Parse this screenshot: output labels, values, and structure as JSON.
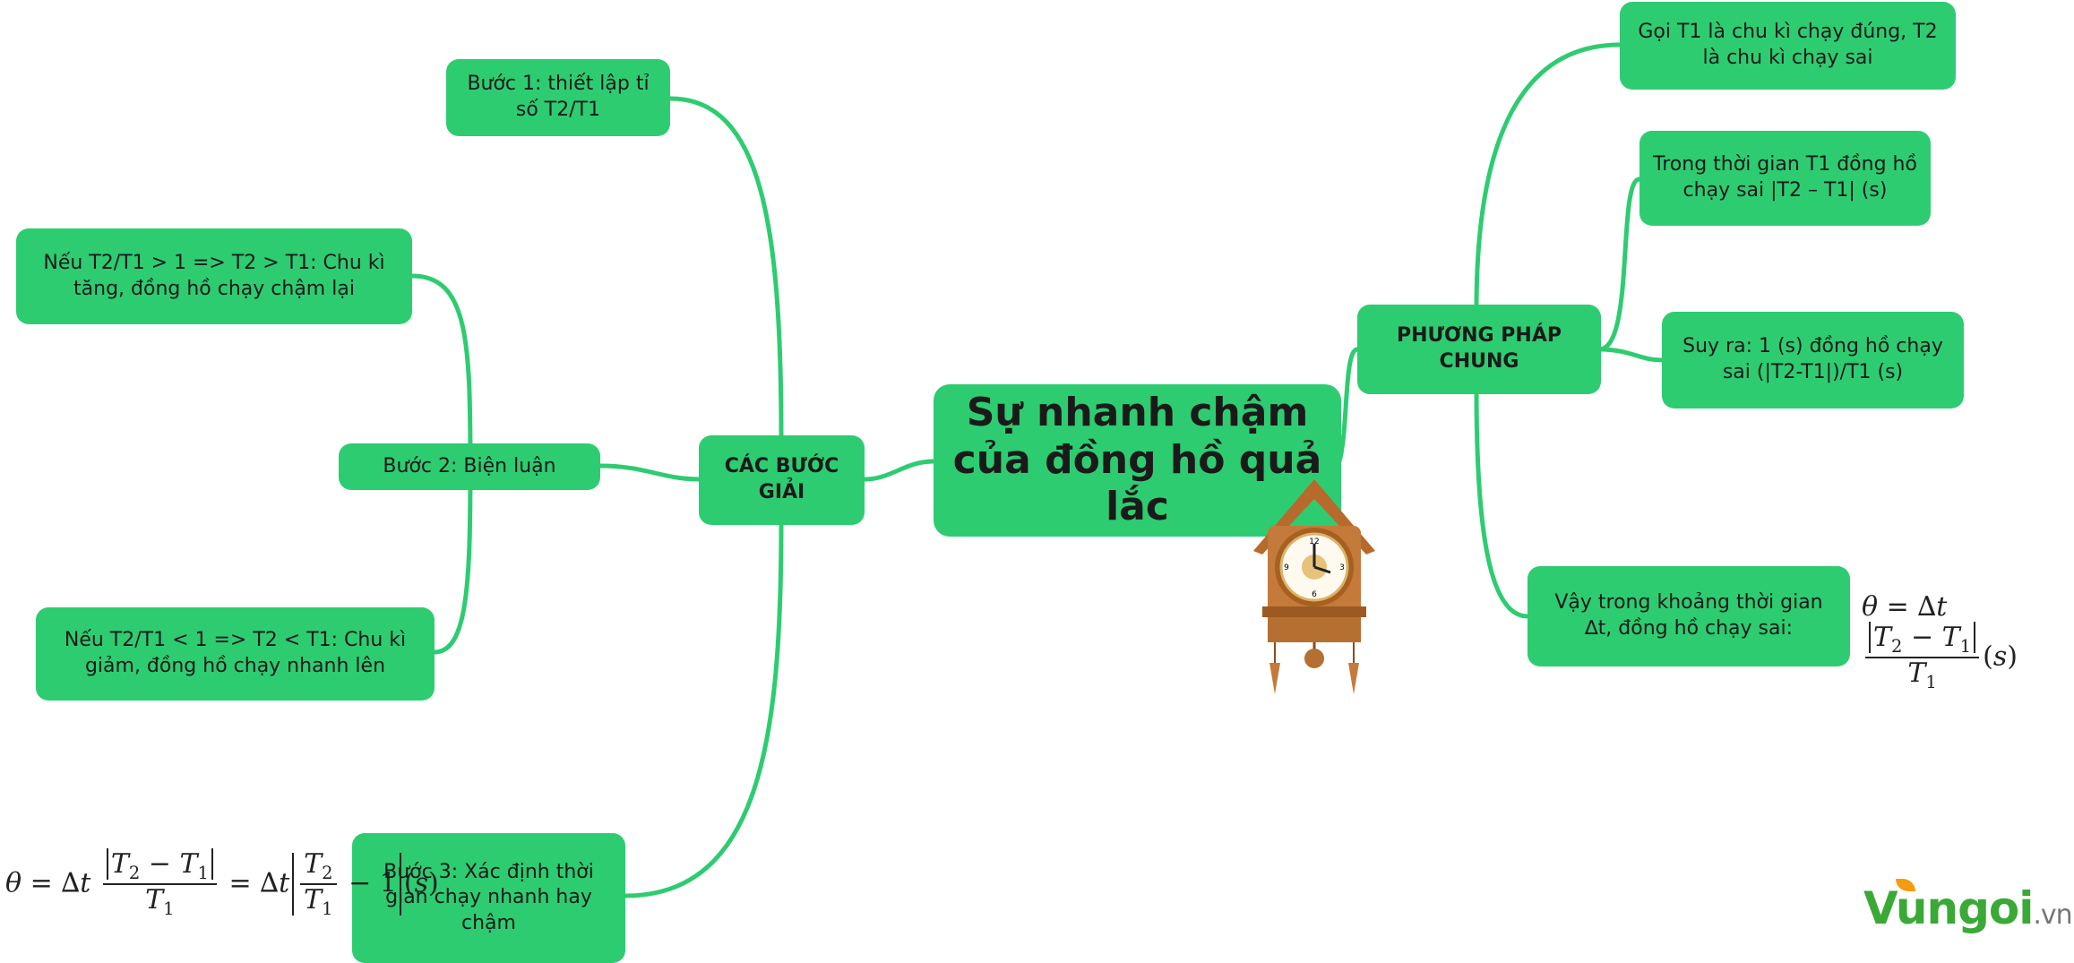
{
  "center": {
    "title": "Sự nhanh chậm của đồng hồ quả lắc"
  },
  "left_branch": {
    "title": "CÁC BƯỚC GIẢI",
    "step1": "Bước 1: thiết lập tỉ số T2/T1",
    "step2": "Bước 2: Biện luận",
    "case_greater": "Nếu T2/T1 > 1 => T2 > T1: Chu kì tăng, đồng hồ chạy chậm lại",
    "case_less": "Nếu T2/T1 < 1 => T2 < T1: Chu kì giảm, đồng hồ chạy nhanh lên",
    "step3": "Bước 3: Xác định thời gian chạy nhanh hay chậm"
  },
  "right_branch": {
    "title": "PHƯƠNG PHÁP CHUNG",
    "item1": "Gọi T1 là chu kì chạy đúng, T2 là chu kì chạy sai",
    "item2": "Trong thời gian T1 đồng hồ chạy sai |T2 – T1| (s)",
    "item3": "Suy ra: 1 (s) đồng hồ chạy sai (|T2-T1|)/T1 (s)",
    "item4": "Vậy trong khoảng thời gian ∆t, đồng hồ chạy sai:"
  },
  "logo": {
    "main": "Vungoi",
    "suffix": ".vn"
  },
  "colors": {
    "node": "#2ecc71",
    "link": "#2ecc71",
    "text": "#1a1a1a"
  },
  "icons": [
    "cuckoo-clock-icon"
  ]
}
